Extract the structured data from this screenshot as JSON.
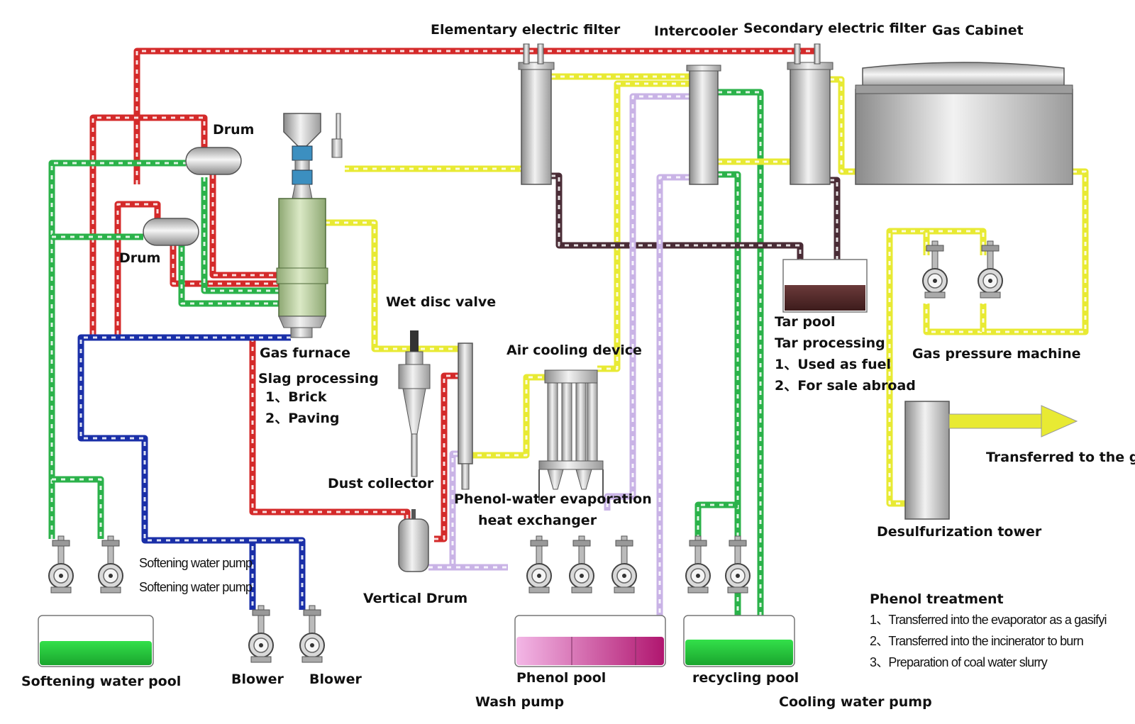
{
  "labels": {
    "elementary_filter": "Elementary electric filter",
    "intercooler": "Intercooler",
    "secondary_filter": "Secondary electric filter",
    "gas_cabinet": "Gas Cabinet",
    "drum_top": "Drum",
    "drum_bottom": "Drum",
    "wet_disc_valve": "Wet disc valve",
    "gas_furnace": "Gas furnace",
    "slag_processing": "Slag processing",
    "slag_item_1": "1、Brick",
    "slag_item_2": "2、Paving",
    "air_cooling_device": "Air cooling device",
    "dust_collector": "Dust collector",
    "phenol_hx_line1": "Phenol-water evaporation",
    "phenol_hx_line2": "heat exchanger",
    "tar_pool": "Tar pool",
    "tar_processing": "Tar processing",
    "tar_item_1": "1、Used as fuel",
    "tar_item_2": "2、For sale abroad",
    "gas_pressure_machine": "Gas pressure machine",
    "transferred": "Transferred to the ga",
    "desulfurization_tower": "Desulfurization tower",
    "softening_pump_1": "Softening water pump",
    "softening_pump_2": "Softening water pump",
    "vertical_drum": "Vertical Drum",
    "phenol_treatment": "Phenol treatment",
    "phenol_item_1": "1、Transferred into the evaporator as a gasifyi",
    "phenol_item_2": "2、Transferred into the incinerator to burn",
    "phenol_item_3": "3、Preparation of coal water slurry",
    "softening_pool": "Softening water pool",
    "blower_1": "Blower",
    "blower_2": "Blower",
    "phenol_pool": "Phenol pool",
    "recycling_pool": "recycling pool",
    "wash_pump": "Wash pump",
    "cooling_water_pump": "Cooling water pump"
  },
  "pipe_colors": {
    "red": "#d42a2a",
    "yellow": "#e8ea33",
    "green": "#2bb24a",
    "blue": "#1a2fa8",
    "dark": "#4a2c36",
    "lavender": "#c9b3e6"
  }
}
